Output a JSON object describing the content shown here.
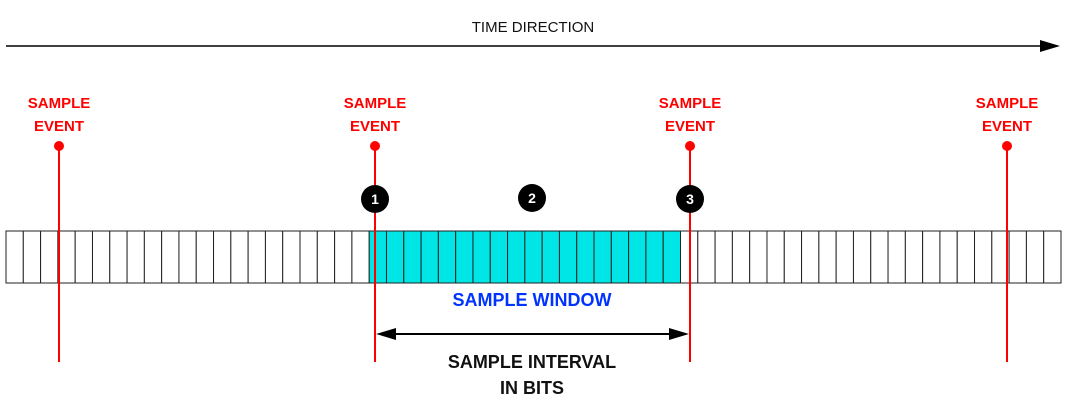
{
  "time_direction": {
    "label": "TIME DIRECTION"
  },
  "sample_events": [
    {
      "line1": "SAMPLE",
      "line2": "EVENT"
    },
    {
      "line1": "SAMPLE",
      "line2": "EVENT"
    },
    {
      "line1": "SAMPLE",
      "line2": "EVENT"
    },
    {
      "line1": "SAMPLE",
      "line2": "EVENT"
    }
  ],
  "markers": [
    "1",
    "2",
    "3"
  ],
  "bit_strip": {
    "total_bits": 61,
    "window_start_bit": 21,
    "window_bits": 18
  },
  "sample_window": {
    "label": "SAMPLE WINDOW"
  },
  "sample_interval": {
    "line1": "SAMPLE INTERVAL",
    "line2": "IN BITS"
  },
  "colors": {
    "event": "#ff0000",
    "window_fill": "#00e5e5",
    "window_label": "#0033ff",
    "marker": "#000000",
    "arrow": "#000000"
  }
}
